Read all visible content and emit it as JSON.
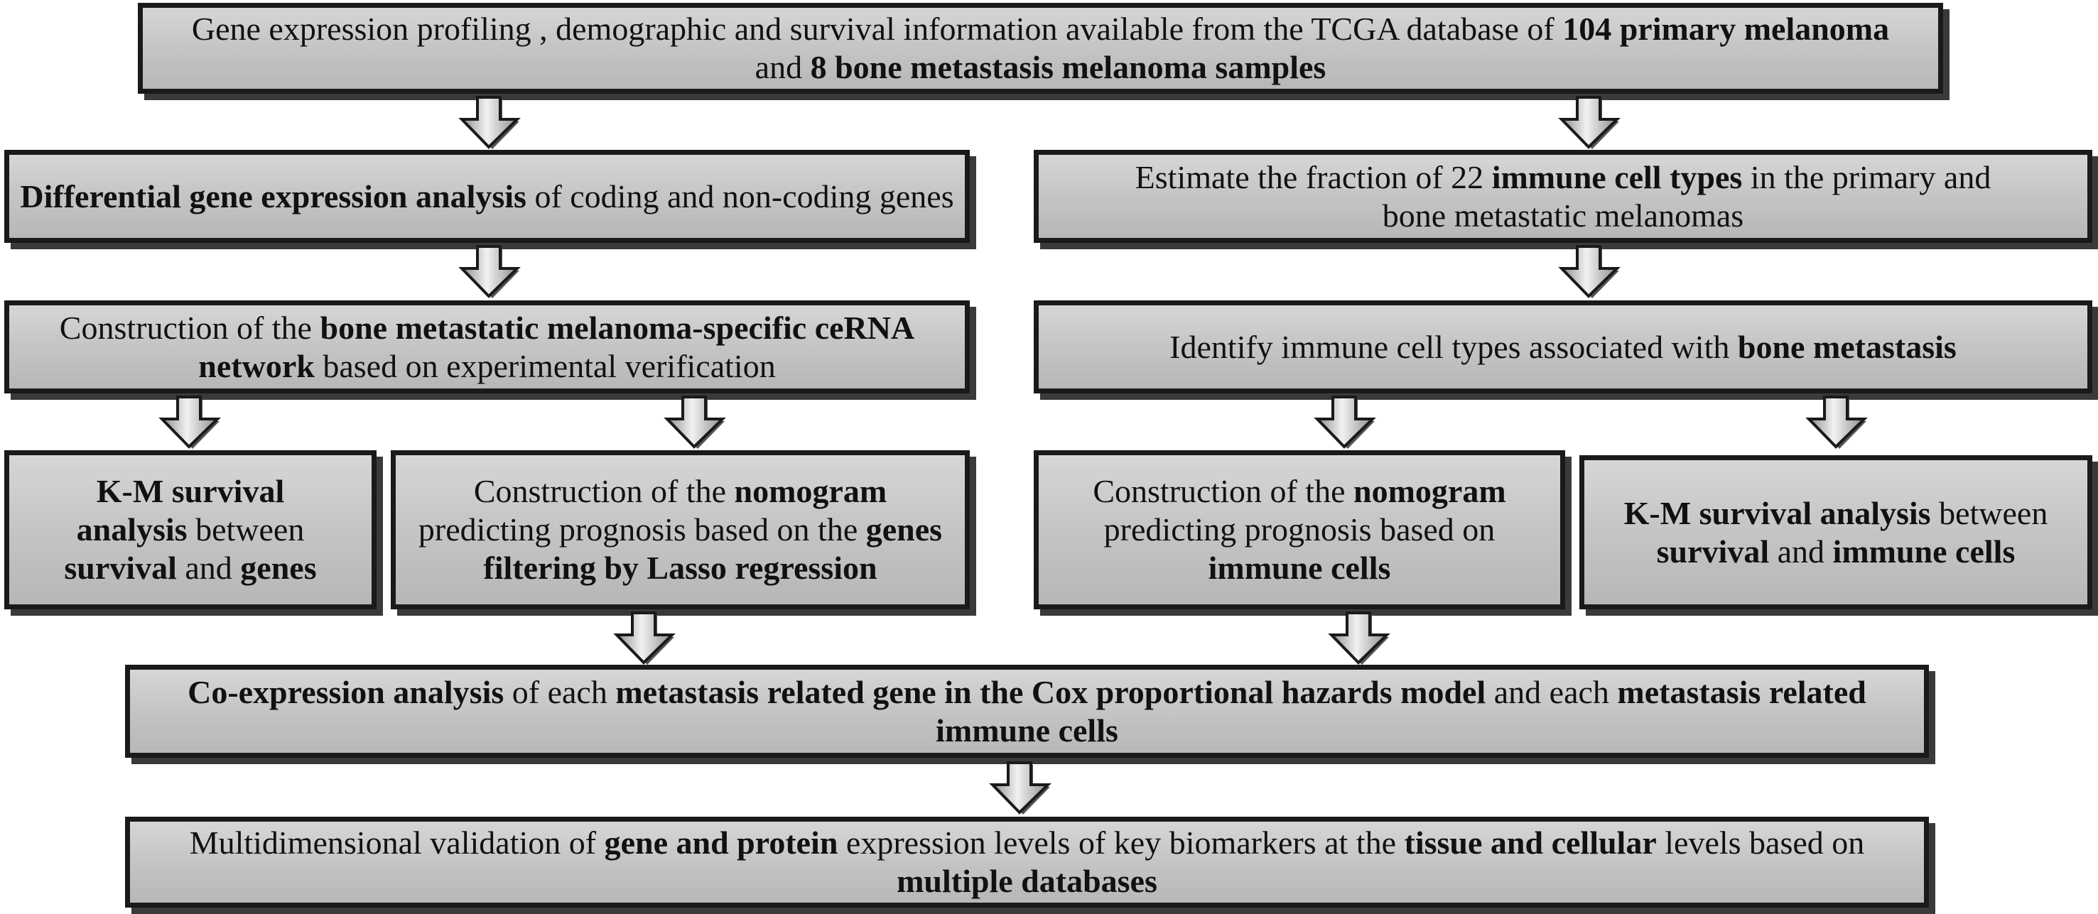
{
  "diagram": {
    "nodes": [
      {
        "id": "top",
        "segments": [
          {
            "text": "Gene expression profiling ,  demographic and survival information available from the TCGA database of ",
            "bold": false
          },
          {
            "text": "104 primary melanoma",
            "bold": true
          },
          {
            "text": " and ",
            "bold": false
          },
          {
            "text": "8 bone metastasis melanoma samples",
            "bold": true
          }
        ]
      },
      {
        "id": "diff",
        "segments": [
          {
            "text": "Differential gene expression analysis",
            "bold": true
          },
          {
            "text": " of coding and non-coding genes",
            "bold": false
          }
        ]
      },
      {
        "id": "estimate",
        "segments": [
          {
            "text": "Estimate the fraction of 22 ",
            "bold": false
          },
          {
            "text": "immune cell types",
            "bold": true
          },
          {
            "text": " in the primary and bone metastatic melanomas",
            "bold": false
          }
        ]
      },
      {
        "id": "cerna",
        "segments": [
          {
            "text": "Construction of the ",
            "bold": false
          },
          {
            "text": "bone metastatic melanoma-specific ceRNA network",
            "bold": true
          },
          {
            "text": " based on experimental verification",
            "bold": false
          }
        ]
      },
      {
        "id": "identify",
        "segments": [
          {
            "text": "Identify immune cell types associated with ",
            "bold": false
          },
          {
            "text": "bone metastasis",
            "bold": true
          }
        ]
      },
      {
        "id": "km-genes",
        "segments": [
          {
            "text": "K-M survival analysis",
            "bold": true
          },
          {
            "text": " between ",
            "bold": false
          },
          {
            "text": "survival",
            "bold": true
          },
          {
            "text": " and ",
            "bold": false
          },
          {
            "text": "genes",
            "bold": true
          }
        ]
      },
      {
        "id": "nomo-genes",
        "segments": [
          {
            "text": "Construction of the ",
            "bold": false
          },
          {
            "text": "nomogram",
            "bold": true
          },
          {
            "text": " predicting prognosis based on the ",
            "bold": false
          },
          {
            "text": "genes filtering by Lasso regression",
            "bold": true
          }
        ]
      },
      {
        "id": "nomo-immune",
        "segments": [
          {
            "text": "Construction of the ",
            "bold": false
          },
          {
            "text": "nomogram",
            "bold": true
          },
          {
            "text": " predicting prognosis based on ",
            "bold": false
          },
          {
            "text": "immune cells",
            "bold": true
          }
        ]
      },
      {
        "id": "km-immune",
        "segments": [
          {
            "text": "K-M survival analysis",
            "bold": true
          },
          {
            "text": " between ",
            "bold": false
          },
          {
            "text": "survival",
            "bold": true
          },
          {
            "text": " and ",
            "bold": false
          },
          {
            "text": "immune cells",
            "bold": true
          }
        ]
      },
      {
        "id": "coexp",
        "segments": [
          {
            "text": "Co-expression analysis",
            "bold": true
          },
          {
            "text": " of each ",
            "bold": false
          },
          {
            "text": "metastasis related gene in the Cox proportional hazards model",
            "bold": true
          },
          {
            "text": " and each ",
            "bold": false
          },
          {
            "text": "metastasis related immune cells",
            "bold": true
          }
        ]
      },
      {
        "id": "validation",
        "segments": [
          {
            "text": "Multidimensional validation of ",
            "bold": false
          },
          {
            "text": "gene and protein",
            "bold": true
          },
          {
            "text": " expression levels of key biomarkers at the ",
            "bold": false
          },
          {
            "text": "tissue and cellular",
            "bold": true
          },
          {
            "text": " levels based on ",
            "bold": false
          },
          {
            "text": "multiple databases",
            "bold": true
          }
        ]
      }
    ],
    "edges": [
      {
        "from": "top",
        "to": "diff"
      },
      {
        "from": "top",
        "to": "estimate"
      },
      {
        "from": "diff",
        "to": "cerna"
      },
      {
        "from": "estimate",
        "to": "identify"
      },
      {
        "from": "cerna",
        "to": "km-genes"
      },
      {
        "from": "cerna",
        "to": "nomo-genes"
      },
      {
        "from": "identify",
        "to": "nomo-immune"
      },
      {
        "from": "identify",
        "to": "km-immune"
      },
      {
        "from": "nomo-genes",
        "to": "coexp"
      },
      {
        "from": "nomo-immune",
        "to": "coexp"
      },
      {
        "from": "coexp",
        "to": "validation"
      }
    ],
    "colors": {
      "box_fill_top": "#d6d6d6",
      "box_fill_bottom": "#b7b7b7",
      "border": "#1a1a1a",
      "shadow": "#3a3a3a",
      "arrow_fill_light": "#f2f2f2",
      "arrow_fill_dark": "#8c8c8c"
    }
  }
}
